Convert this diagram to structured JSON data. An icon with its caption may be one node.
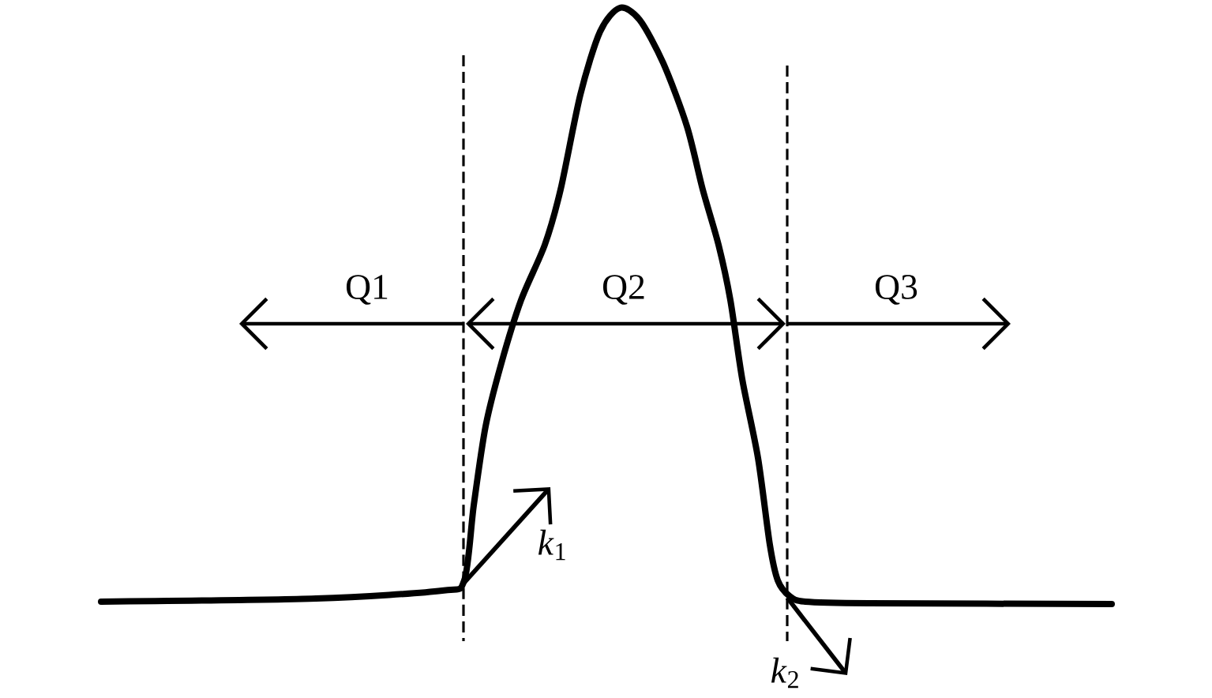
{
  "diagram": {
    "labels": [
      "Q1",
      "Q2",
      "Q3",
      "*k*$_{1}$",
      "*k*$_{2}$"
    ]
  }
}
